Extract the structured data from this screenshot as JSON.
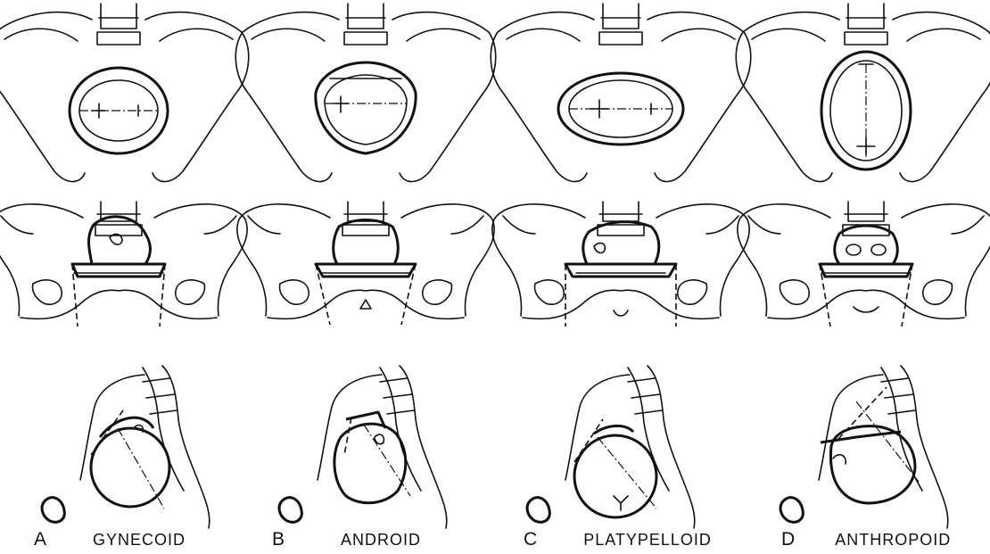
{
  "columns": [
    {
      "letter": "A",
      "name": "GYNECOID"
    },
    {
      "letter": "B",
      "name": "ANDROID"
    },
    {
      "letter": "C",
      "name": "PLATYPELLOID"
    },
    {
      "letter": "D",
      "name": "ANTHROPOID"
    }
  ],
  "views": [
    "inlet-view",
    "frontal-view",
    "lateral-view"
  ]
}
